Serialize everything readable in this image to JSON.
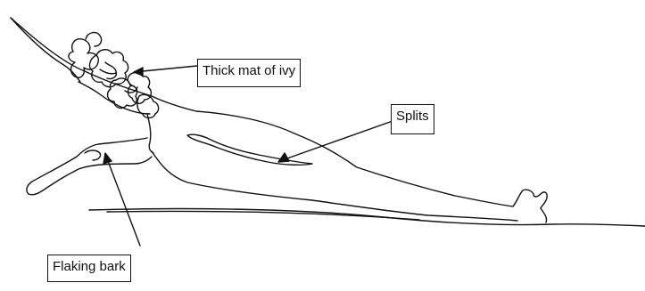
{
  "labels": {
    "ivy": "Thick mat of ivy",
    "splits": "Splits",
    "bark": "Flaking bark"
  },
  "colors": {
    "ink": "#111111",
    "background": "#ffffff"
  }
}
